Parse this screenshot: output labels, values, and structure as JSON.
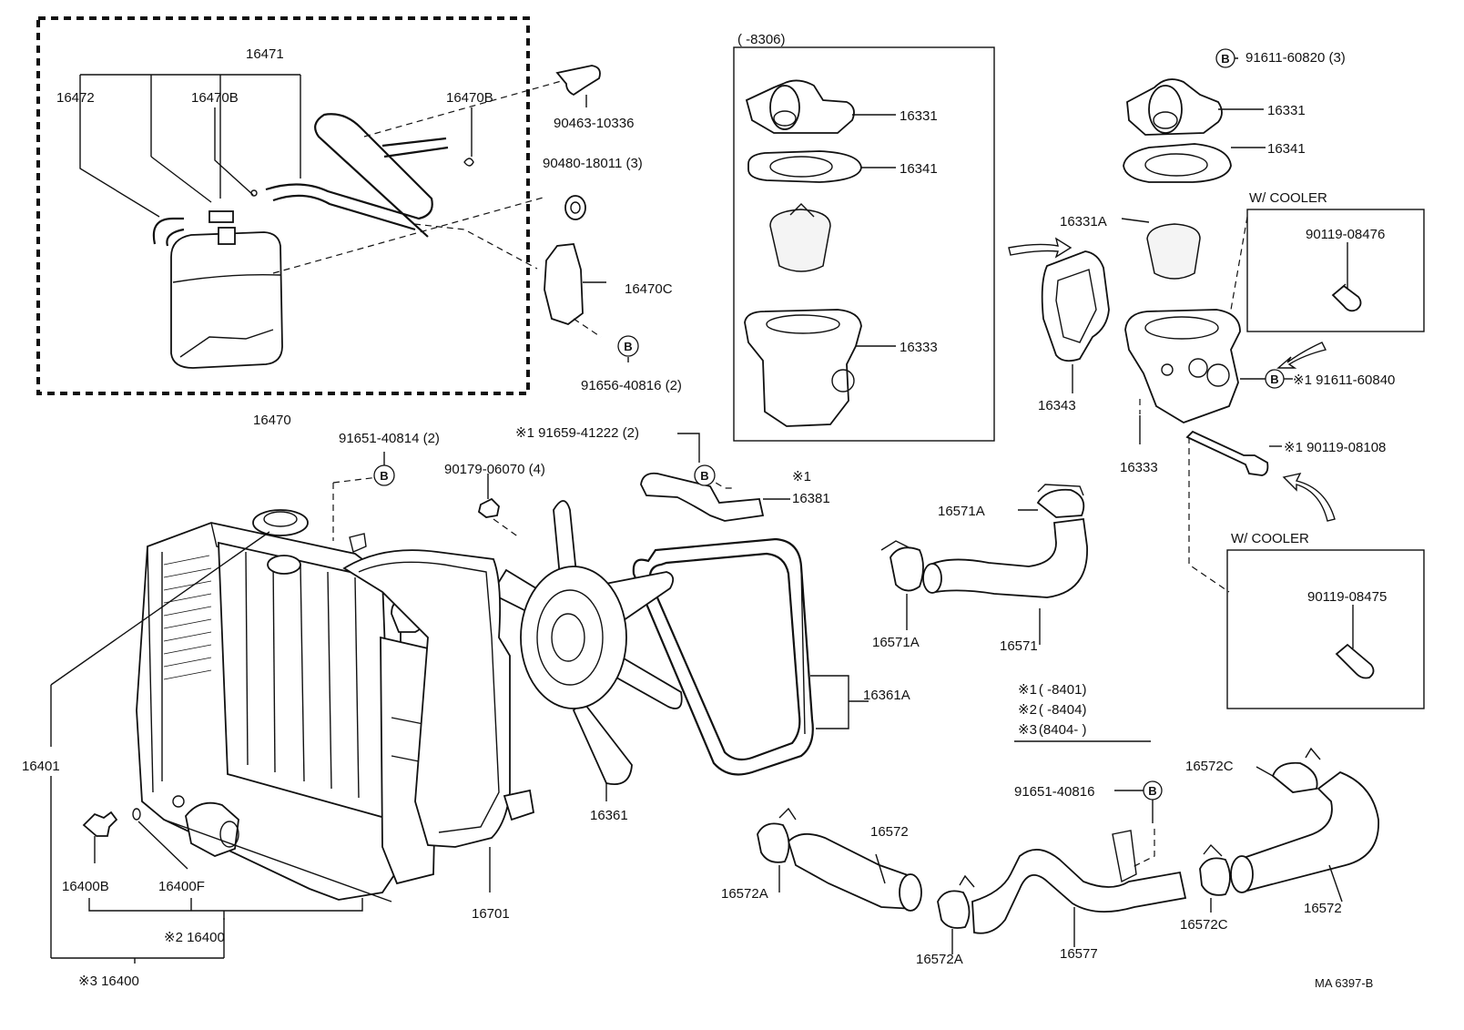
{
  "diagram_code": "MA  6397-B",
  "notes": [
    {
      "mark": "※1",
      "text": "(      -8401)"
    },
    {
      "mark": "※2",
      "text": "(      -8404)"
    },
    {
      "mark": "※3",
      "text": "(8404-       )"
    }
  ],
  "boxes": {
    "early_thermostat_range": "(      -8306)",
    "cooler_top_title": "W/ COOLER",
    "cooler_bottom_title": "W/ COOLER"
  },
  "circle_symbol": "B",
  "labels": {
    "l16471": "16471",
    "l16472": "16472",
    "l16470B_a": "16470B",
    "l16470B_b": "16470B",
    "l90463": "90463-10336",
    "l90480": "90480-18011 (3)",
    "l16470C": "16470C",
    "l91656": "91656-40816 (2)",
    "l16470": "16470",
    "l91651_a": "91651-40814 (2)",
    "l90179": "90179-06070 (4)",
    "l91659": "※1 91659-41222 (2)",
    "l16381_mark": "※1",
    "l16381": "16381",
    "l16331_a": "16331",
    "l16341_a": "16341",
    "l16333_a": "16333",
    "l91611_820": "91611-60820 (3)",
    "l16331_b": "16331",
    "l16341_b": "16341",
    "l16331A": "16331A",
    "l90119_476": "90119-08476",
    "l16343": "16343",
    "l91611_840": "※1 91611-60840",
    "l90119_108": "※1 90119-08108",
    "l16333_b": "16333",
    "l90119_475": "90119-08475",
    "l16571A_a": "16571A",
    "l16571A_b": "16571A",
    "l16571": "16571",
    "l16361A": "16361A",
    "l16361": "16361",
    "l16401": "16401",
    "l16400B": "16400B",
    "l16400F": "16400F",
    "l16400_2": "※2 16400",
    "l16400_3": "※3 16400",
    "l16701": "16701",
    "l16572C_a": "16572C",
    "l91651_b": "91651-40816",
    "l16572_a": "16572",
    "l16572A_a": "16572A",
    "l16572A_b": "16572A",
    "l16577": "16577",
    "l16572C_b": "16572C",
    "l16572_b": "16572"
  }
}
